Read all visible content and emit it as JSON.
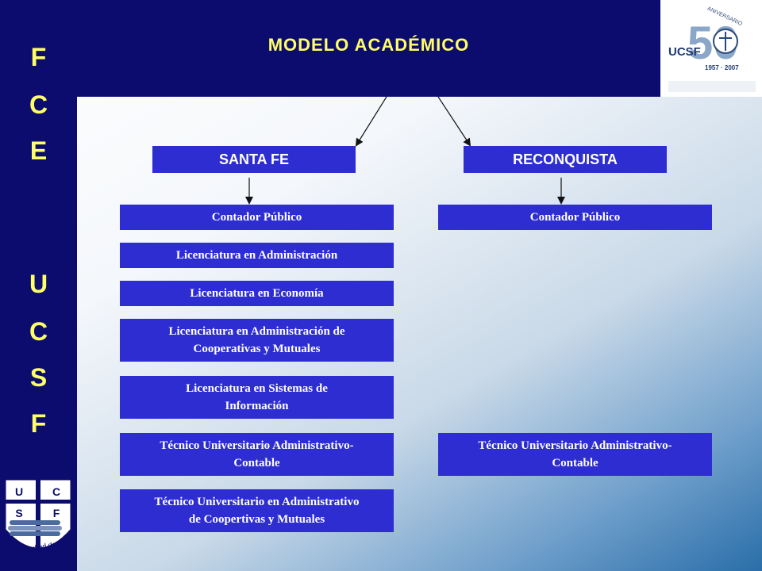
{
  "header": {
    "title": "MODELO  ACADÉMICO"
  },
  "sidebar": {
    "letters_top": [
      "F",
      "C",
      "E"
    ],
    "letters_bottom": [
      "U",
      "C",
      "S",
      "F"
    ]
  },
  "seal": {
    "letters": [
      "U",
      "C",
      "S",
      "F"
    ],
    "caption_line1": "Facultad de",
    "caption_line2": "Ciencias Económicas"
  },
  "logo": {
    "acronym": "UCSF",
    "number": "50",
    "arc_text": "ANIVERSARIO",
    "years": "1957 · 2007"
  },
  "campuses": {
    "santa_fe": {
      "name": "SANTA FE",
      "programs": [
        [
          "Contador Público"
        ],
        [
          "Licenciatura en Administración"
        ],
        [
          "Licenciatura en Economía"
        ],
        [
          "Licenciatura en Administración de",
          "Cooperativas y Mutuales"
        ],
        [
          "Licenciatura en Sistemas de",
          "Información"
        ],
        [
          "Técnico Universitario Administrativo-",
          "Contable"
        ],
        [
          "Técnico Universitario en Administrativo",
          "de Coopertivas y Mutuales"
        ]
      ]
    },
    "reconquista": {
      "name": "RECONQUISTA",
      "programs": [
        [
          "Contador Público"
        ],
        [
          "Técnico Universitario Administrativo-",
          "Contable"
        ]
      ]
    }
  },
  "colors": {
    "navy": "#0c0c6e",
    "box_blue": "#2d2dd2",
    "title_yellow": "#ffff66"
  }
}
